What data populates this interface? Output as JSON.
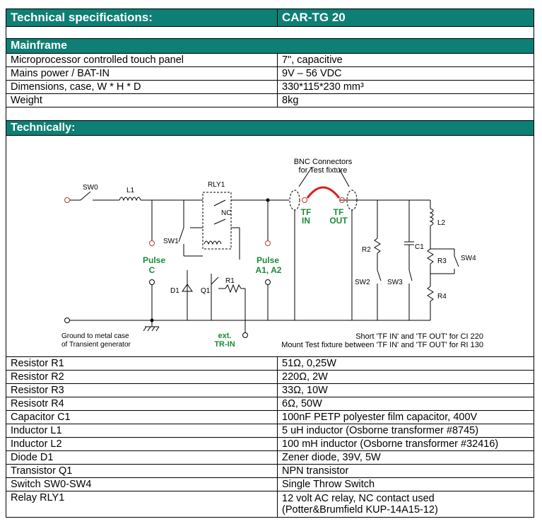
{
  "title": {
    "left": "Technical specifications:",
    "right": "CAR-TG 20"
  },
  "mainframe": {
    "heading": "Mainframe",
    "rows": [
      {
        "label": "Microprocessor controlled touch panel",
        "value": "7\", capacitive"
      },
      {
        "label": "Mains power / BAT-IN",
        "value": "9V – 56 VDC"
      },
      {
        "label": "Dimensions, case, W * H * D",
        "value": "330*115*230 mm³"
      },
      {
        "label": "Weight",
        "value": "8kg"
      }
    ]
  },
  "technically": {
    "heading": "Technically:"
  },
  "diagram": {
    "bnc": "BNC Connectors",
    "fixture": "for Test fixture",
    "sw0": "SW0",
    "l1": "L1",
    "rly1": "RLY1",
    "nc": "NC",
    "sw1": "SW1",
    "pulse_c_1": "Pulse",
    "pulse_c_2": "C",
    "pulse_a_1": "Pulse",
    "pulse_a_2": "A1, A2",
    "d1": "D1",
    "q1": "Q1",
    "r1": "R1",
    "tf_in_1": "TF",
    "tf_in_2": "IN",
    "tf_out_1": "TF",
    "tf_out_2": "OUT",
    "r2": "R2",
    "c1": "C1",
    "sw2": "SW2",
    "sw3": "SW3",
    "l2": "L2",
    "r3": "R3",
    "sw4": "SW4",
    "r4": "R4",
    "ground_1": "Ground to metal case",
    "ground_2": "of Transient generator",
    "ext_1": "ext.",
    "ext_2": "TR-IN",
    "note_1": "Short 'TF IN' and 'TF OUT' for CI 220",
    "note_2": "Mount Test fixture between 'TF IN' and 'TF OUT' for RI 130"
  },
  "components": [
    {
      "label": "Resistor R1",
      "value": "51Ω, 0,25W"
    },
    {
      "label": "Resistor R2",
      "value": "220Ω, 2W"
    },
    {
      "label": "Resistor R3",
      "value": "33Ω, 10W"
    },
    {
      "label": "Resisotr R4",
      "value": "6Ω, 50W"
    },
    {
      "label": "Capacitor C1",
      "value": "100nF PETP polyester film capacitor, 400V"
    },
    {
      "label": "Inductor L1",
      "value": "5 uH inductor (Osborne transformer #8745)"
    },
    {
      "label": "Inductor L2",
      "value": "100 mH inductor (Osborne transformer #32416)"
    },
    {
      "label": "Diode D1",
      "value": "Zener diode, 39V, 5W"
    },
    {
      "label": "Transistor Q1",
      "value": "NPN transistor"
    },
    {
      "label": "Switch SW0-SW4",
      "value": "Single Throw Switch"
    },
    {
      "label": "Relay RLY1",
      "value": "12 volt AC relay, NC contact used",
      "value2": "(Potter&Brumfield KUP-14A15-12)"
    }
  ],
  "colors": {
    "header": "#0e7f74",
    "terminal": "#c0392b",
    "green_label": "#1a8a3a",
    "wire_red": "#d62020"
  }
}
